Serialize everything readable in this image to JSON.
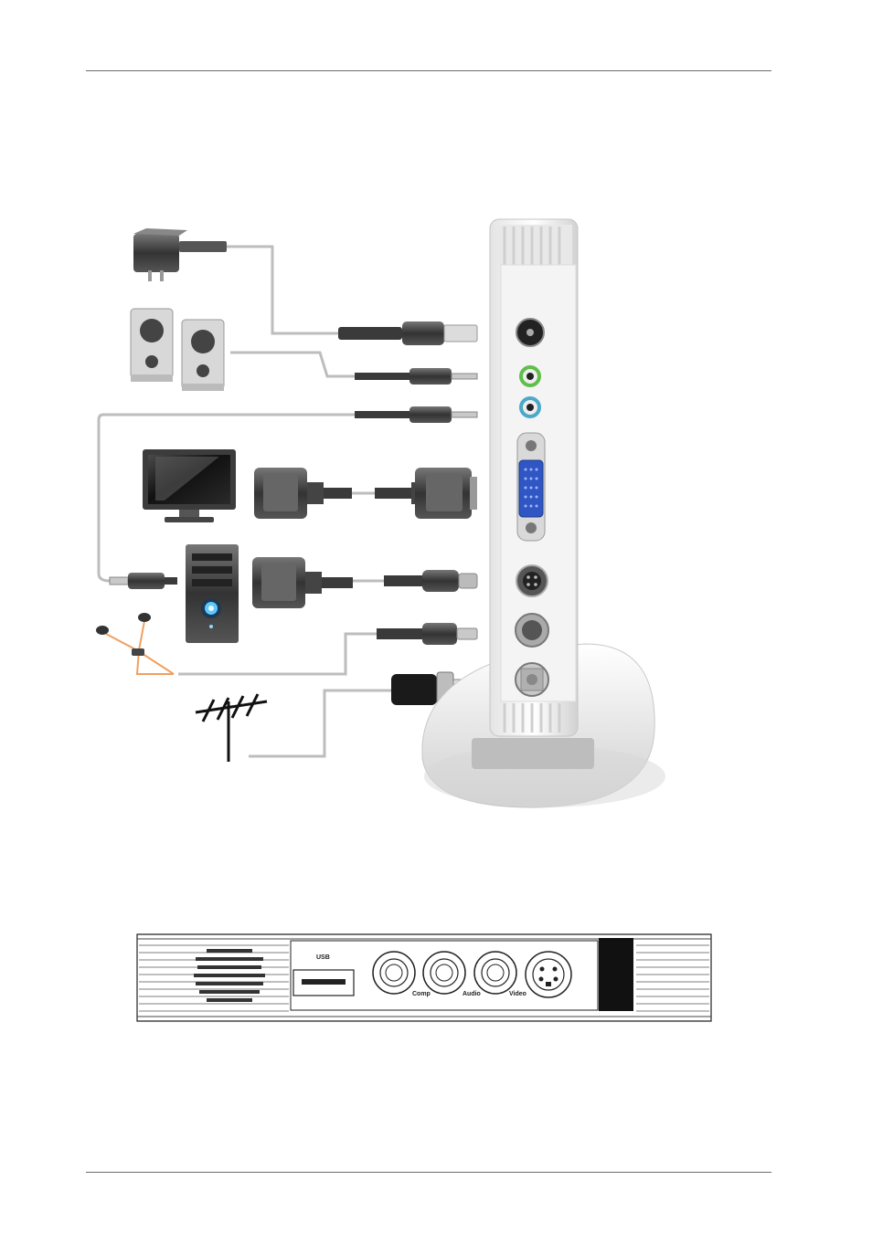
{
  "front_panel": {
    "usb_label": "USB",
    "port_labels": [
      "Comp",
      "Audio",
      "Video"
    ]
  },
  "icons": [
    "power-adapter-icon",
    "speakers-icon",
    "monitor-icon",
    "computer-tower-icon",
    "microphone-icon",
    "antenna-icon",
    "tv-box-icon"
  ],
  "colors": {
    "vga_port": "#2f56c2",
    "audio_out_ring": "#5fbf4a",
    "audio_in_ring": "#4aa8c8",
    "mic_cable": "#f0a060",
    "cable": "#b8b8b8"
  }
}
